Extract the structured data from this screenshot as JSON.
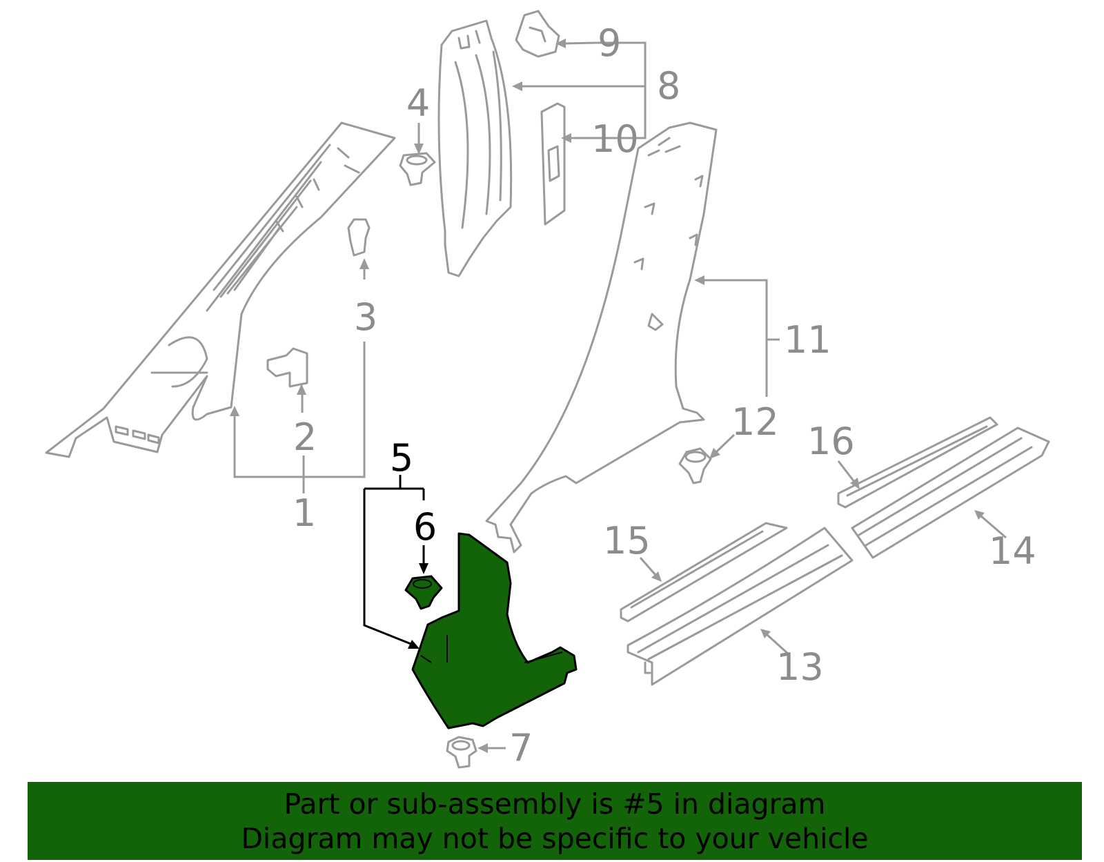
{
  "callouts": {
    "c1": "1",
    "c2": "2",
    "c3": "3",
    "c4": "4",
    "c5": "5",
    "c6": "6",
    "c7": "7",
    "c8": "8",
    "c9": "9",
    "c10": "10",
    "c11": "11",
    "c12": "12",
    "c13": "13",
    "c14": "14",
    "c15": "15",
    "c16": "16"
  },
  "highlighted_part": "5",
  "colors": {
    "highlight_fill": "#136309",
    "part_lines": "#9a9a9a",
    "label_gray": "#8c8c8c",
    "highlight_lines": "#000000"
  },
  "banner": {
    "line1": "Part or sub-assembly is #5 in diagram",
    "line2": "Diagram may not be specific to your vehicle"
  }
}
